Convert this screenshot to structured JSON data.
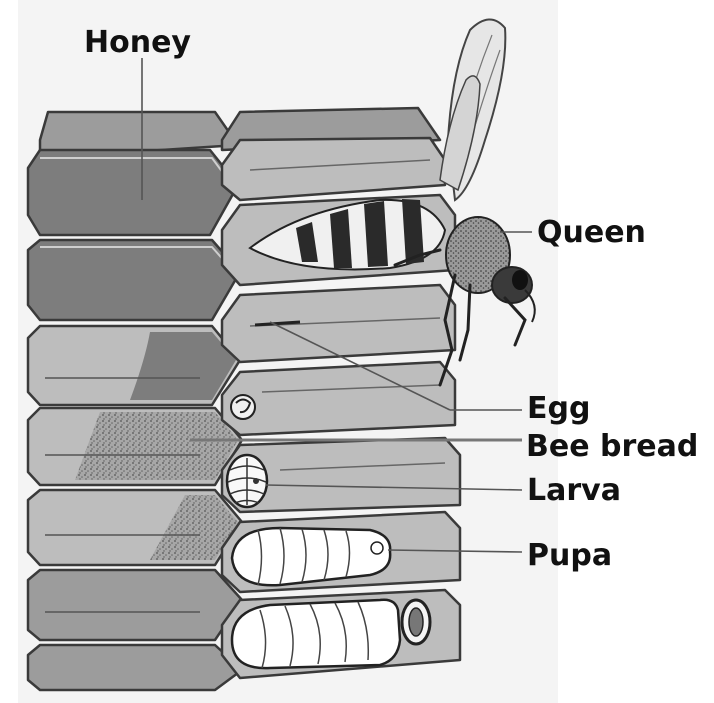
{
  "labels": {
    "honey": "Honey",
    "queen": "Queen",
    "egg": "Egg",
    "bee_bread": "Bee bread",
    "larva": "Larva",
    "pupa": "Pupa"
  },
  "colors": {
    "background": "#ffffff",
    "paper": "#f4f4f4",
    "cell_dark": "#7d7d7d",
    "cell_mid": "#9c9c9c",
    "cell_light": "#bdbdbd",
    "outline": "#3a3a3a",
    "text": "#111111"
  }
}
